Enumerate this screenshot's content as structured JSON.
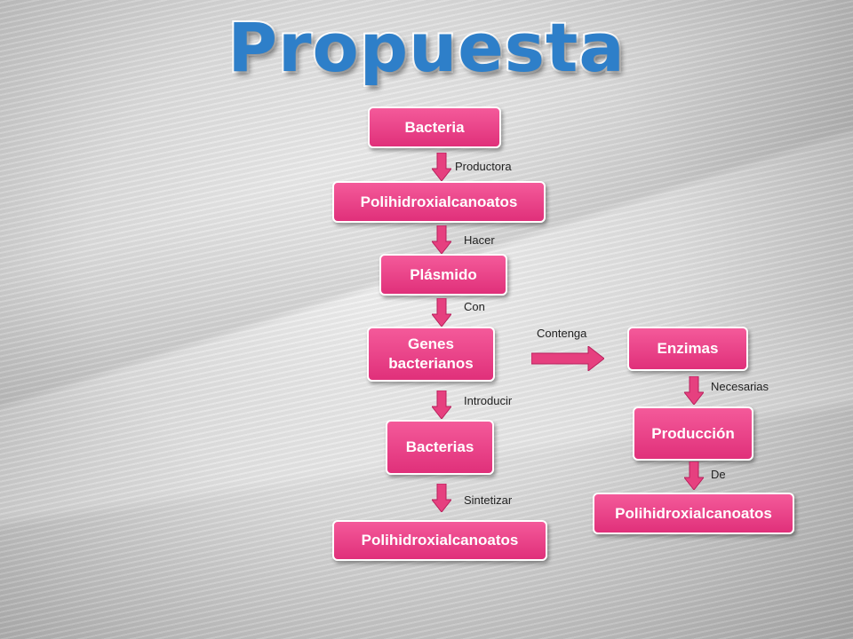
{
  "title": "Propuesta",
  "colors": {
    "node": "#ea3b85",
    "arrow": "#e6407f",
    "title": "#2e7fc9"
  },
  "nodes": {
    "bacteria": "Bacteria",
    "pha1": "Polihidroxialcanoatos",
    "plasmido": "Plásmido",
    "genes": "Genes bacterianos",
    "bacterias": "Bacterias",
    "pha2": "Polihidroxialcanoatos",
    "enzimas": "Enzimas",
    "produccion": "Producción",
    "pha3": "Polihidroxialcanoatos"
  },
  "edges": {
    "productora": "Productora",
    "hacer": "Hacer",
    "con": "Con",
    "introducir": "Introducir",
    "sintetizar": "Sintetizar",
    "contenga": "Contenga",
    "necesarias": "Necesarias",
    "de": "De"
  }
}
